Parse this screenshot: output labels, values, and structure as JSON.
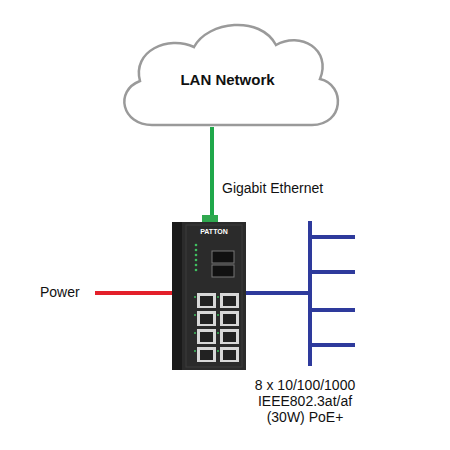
{
  "diagram": {
    "nodes": [
      {
        "text": [
          "LAN Network"
        ]
      },
      {
        "text": [
          "PATTON"
        ]
      }
    ],
    "edges": [
      {
        "from": 0,
        "to": 1,
        "arrow": "none",
        "label": "Gigabit Ethernet"
      }
    ],
    "labels": [
      "Power",
      "8 x 10/100/1000 IEEE802.3at/af (30W) PoE+"
    ]
  }
}
